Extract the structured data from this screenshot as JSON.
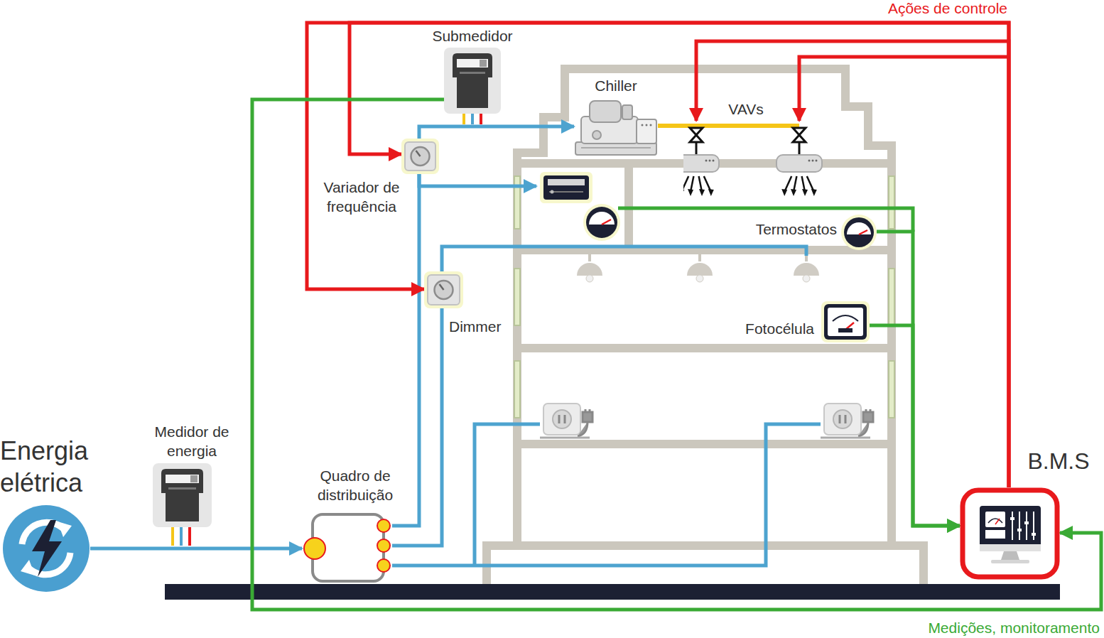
{
  "diagram": {
    "nodes": [
      {
        "text": [
          "Energia elétrica"
        ]
      },
      {
        "text": [
          "Medidor de energia"
        ]
      },
      {
        "text": [
          "Quadro de distribuição"
        ]
      },
      {
        "text": [
          "Submedidor"
        ]
      },
      {
        "text": [
          "Variador de frequência"
        ]
      },
      {
        "text": [
          "Chiller"
        ]
      },
      {
        "text": [
          "VAVs"
        ]
      },
      {
        "text": [
          "Dimmer"
        ]
      },
      {
        "text": [
          "Termostatos"
        ]
      },
      {
        "text": [
          "Fotocélula"
        ]
      },
      {
        "text": [
          "B.M.S"
        ]
      }
    ],
    "edges": [
      {
        "from": 0,
        "to": 2,
        "arrow": "to"
      },
      {
        "from": 2,
        "to": 4,
        "arrow": "none"
      },
      {
        "from": 4,
        "to": 5,
        "arrow": "to"
      },
      {
        "from": 2,
        "to": 7,
        "arrow": "none"
      },
      {
        "from": 5,
        "to": 6,
        "arrow": "none"
      },
      {
        "from": 10,
        "to": 4,
        "arrow": "to"
      },
      {
        "from": 10,
        "to": 7,
        "arrow": "to"
      },
      {
        "from": 10,
        "to": 6,
        "arrow": "to"
      },
      {
        "from": 8,
        "to": 10,
        "arrow": "to"
      },
      {
        "from": 9,
        "to": 10,
        "arrow": "to"
      },
      {
        "from": 3,
        "to": 10,
        "arrow": "to"
      }
    ],
    "labels": [
      "Ações de controle",
      "Medições, monitoramento"
    ]
  }
}
